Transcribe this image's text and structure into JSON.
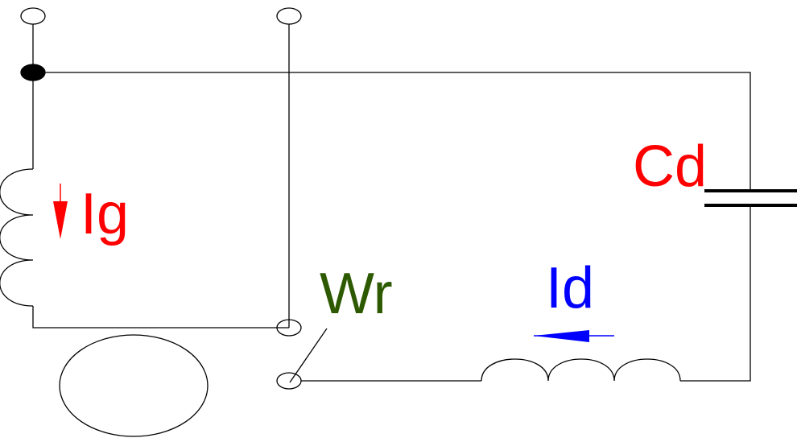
{
  "labels": {
    "source": "~",
    "field_current": "Ig",
    "switch": "Wr",
    "inductor_current": "Id",
    "capacitor": "Cd"
  },
  "colors": {
    "source": "#ff0000",
    "field_current": "#ff0000",
    "switch": "#2d5a00",
    "inductor_current": "#0000ff",
    "capacitor": "#ff0000",
    "wire": "#000000"
  }
}
